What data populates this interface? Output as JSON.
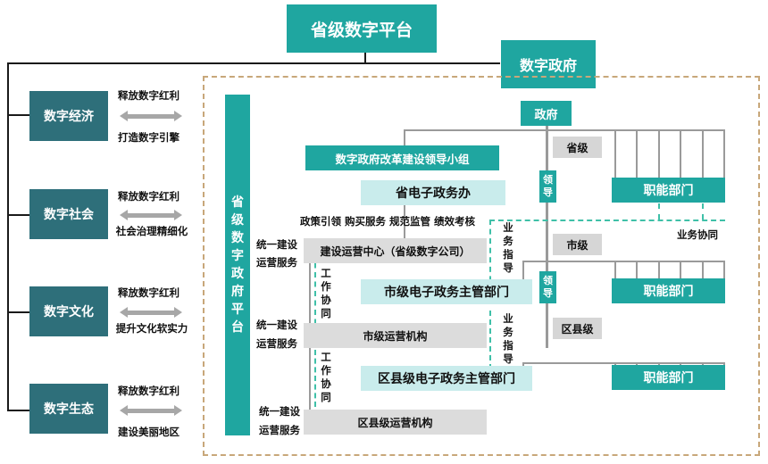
{
  "top": {
    "title": "省级数字平台",
    "gov": "数字政府"
  },
  "left_domains": [
    {
      "name": "数字经济",
      "up": "释放数字红利",
      "down": "打造数字引擎"
    },
    {
      "name": "数字社会",
      "up": "释放数字红利",
      "down": "社会治理精细化"
    },
    {
      "name": "数字文化",
      "up": "释放数字红利",
      "down": "提升文化软实力"
    },
    {
      "name": "数字生态",
      "up": "释放数字红利",
      "down": "建设美丽地区"
    }
  ],
  "platform": "省级数字政府平台",
  "government": "政府",
  "leading_group": "数字政府改革建设领导小组",
  "provincial_office": "省电子政务办",
  "policy_text": "政策引领 购买服务 规范监管 绩效考核",
  "centers": {
    "provincial_op": "建设运营中心（省级数字公司）",
    "city_dept": "市级电子政务主管部门",
    "city_op": "市级运营机构",
    "county_dept": "区县级电子政务主管部门",
    "county_op": "区县级运营机构"
  },
  "service": {
    "line1": "统一建设",
    "line2": "运营服务"
  },
  "work_coop": "工作协同",
  "biz_guide": "业务指导",
  "lead": "领导",
  "levels": {
    "province": "省级",
    "city": "市级",
    "county": "区县级"
  },
  "functional_dept": "职能部门",
  "biz_coop": "业务协同",
  "colors": {
    "teal": "#1fa6a0",
    "dark_teal": "#2e6f7a",
    "light_teal": "#c9ecec",
    "gray": "#dcdcdc",
    "dashed_border": "#c8a77a"
  }
}
